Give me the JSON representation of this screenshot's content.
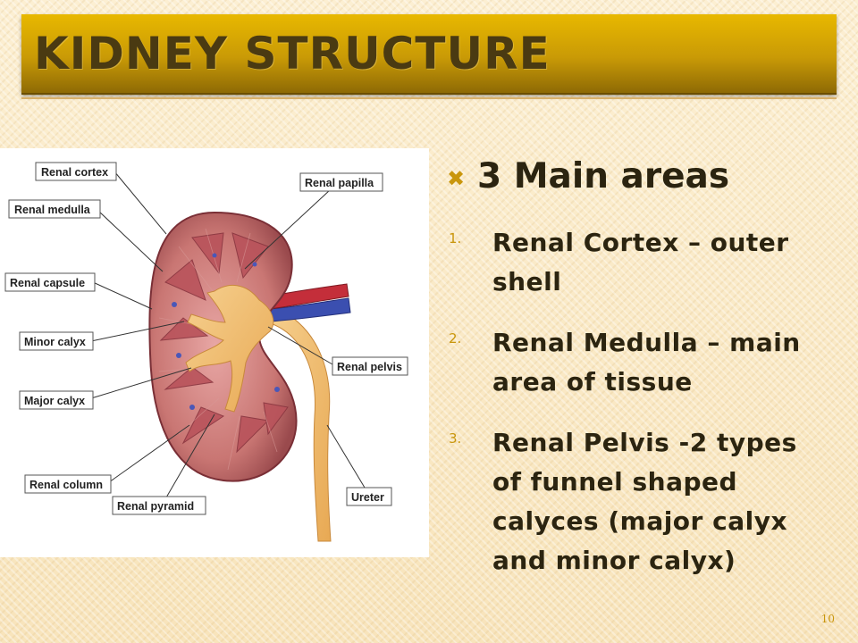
{
  "slide": {
    "title": "Kidney Structure",
    "page_number": "10"
  },
  "figure": {
    "labels": {
      "renal_cortex": "Renal cortex",
      "renal_medulla": "Renal medulla",
      "renal_capsule": "Renal capsule",
      "minor_calyx": "Minor calyx",
      "major_calyx": "Major calyx",
      "renal_column": "Renal column",
      "renal_pyramid": "Renal pyramid",
      "renal_papilla": "Renal papilla",
      "renal_pelvis": "Renal pelvis",
      "ureter": "Ureter"
    }
  },
  "content": {
    "heading": "3 Main areas",
    "bullet_icon": "x-bullet-icon",
    "items": [
      {
        "number": "1.",
        "lines": [
          "Renal Cortex – outer",
          "shell"
        ]
      },
      {
        "number": "2.",
        "lines": [
          "Renal Medulla – main",
          "area of tissue"
        ]
      },
      {
        "number": "3.",
        "lines": [
          "Renal Pelvis -2 types",
          "of funnel shaped",
          "calyces (major calyx",
          "and minor calyx)"
        ]
      }
    ]
  },
  "colors": {
    "title_bar": "#c99a06",
    "accent": "#c9960c",
    "text": "#2b2410",
    "background": "#fbeccb"
  }
}
